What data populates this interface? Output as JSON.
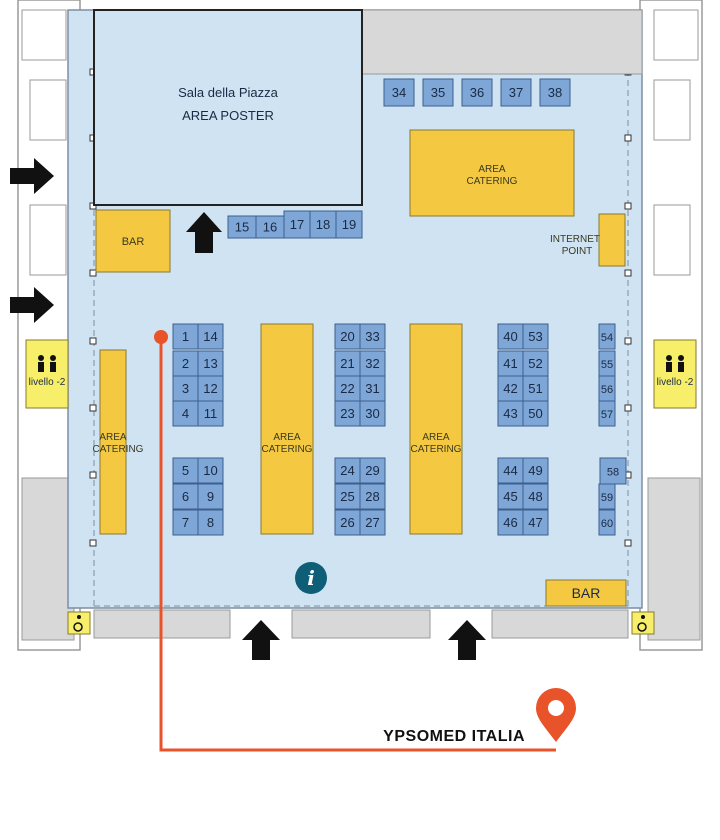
{
  "hall": {
    "poster_room": {
      "line1": "Sala della Piazza",
      "line2": "AREA POSTER"
    },
    "catering_top": {
      "line1": "AREA",
      "line2": "CATERING"
    },
    "catering_left": {
      "line1": "AREA",
      "line2": "CATERING"
    },
    "catering_mid1": {
      "line1": "AREA",
      "line2": "CATERING"
    },
    "catering_mid2": {
      "line1": "AREA",
      "line2": "CATERING"
    },
    "bar_left": "BAR",
    "bar_bottom": "BAR",
    "internet_point": {
      "line1": "INTERNET",
      "line2": "POINT"
    },
    "toilet_left_label": "livello -2",
    "toilet_right_label": "livello -2",
    "info_symbol": "i"
  },
  "booths": {
    "top_row": [
      "34",
      "35",
      "36",
      "37",
      "38"
    ],
    "poster_row": [
      "15",
      "16",
      "17",
      "18",
      "19"
    ],
    "block_a_left": [
      "1",
      "2",
      "3",
      "4",
      "5",
      "6",
      "7"
    ],
    "block_a_right": [
      "14",
      "13",
      "12",
      "11",
      "10",
      "9",
      "8"
    ],
    "block_b_left": [
      "20",
      "21",
      "22",
      "23",
      "24",
      "25",
      "26"
    ],
    "block_b_right": [
      "33",
      "32",
      "31",
      "30",
      "29",
      "28",
      "27"
    ],
    "block_c_left": [
      "40",
      "41",
      "42",
      "43",
      "44",
      "45",
      "46"
    ],
    "block_c_right": [
      "53",
      "52",
      "51",
      "50",
      "49",
      "48",
      "47"
    ],
    "right_column": [
      "54",
      "55",
      "56",
      "57",
      "58",
      "59",
      "60"
    ]
  },
  "highlight": {
    "company": "YPSOMED ITALIA",
    "booth": "1",
    "color": "#e8532a"
  },
  "colors": {
    "floor": "#cfe3f3",
    "booth": "#7ea6d6",
    "catering": "#f5c842",
    "wall": "#d8d8d8",
    "arrow": "#111111"
  },
  "icons": [
    "entrance-arrow-icon",
    "info-icon",
    "toilet-icon",
    "wheelchair-icon",
    "location-pin-icon"
  ]
}
